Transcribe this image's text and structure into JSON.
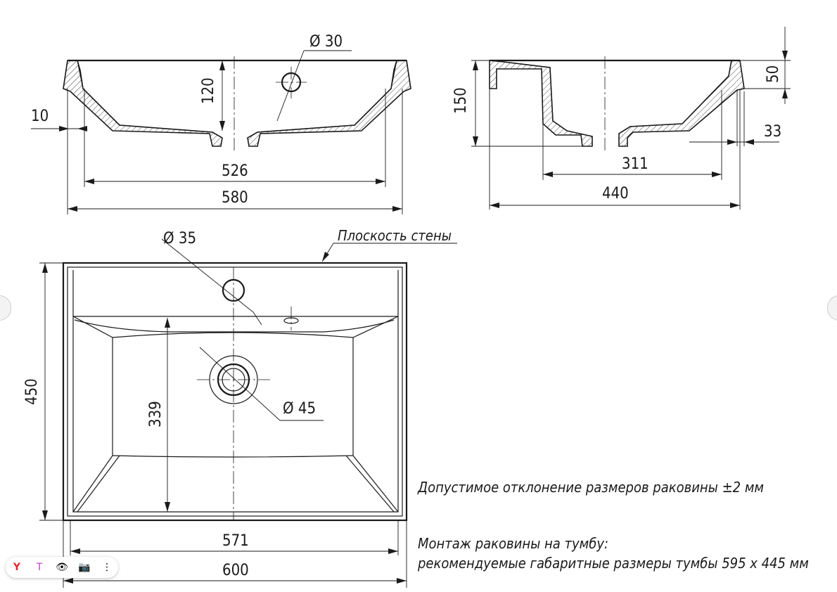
{
  "front_view": {
    "d_hole": "Ø 30",
    "height": "120",
    "rim": "10",
    "inner_width": "526",
    "outer_width": "580"
  },
  "side_view": {
    "height": "150",
    "top_depth": "50",
    "offset": "33",
    "inner_depth": "311",
    "outer_depth": "440"
  },
  "top_view": {
    "d_tap": "Ø 35",
    "wall_plane": "Плоскость стены",
    "depth": "450",
    "drain_distance": "339",
    "d_drain": "Ø 45",
    "inner_width": "571",
    "outer_width": "600"
  },
  "notes": {
    "tolerance": "Допустимое отклонение размеров раковины ±2 мм",
    "mounting_title": "Монтаж раковины на тумбу:",
    "mounting_text": "рекомендуемые габаритные размеры тумбы 595 х 445 мм"
  },
  "toolbar": {
    "icons": [
      "yandex-icon",
      "translate-icon",
      "eye-icon",
      "camera-icon",
      "more-icon"
    ],
    "yandex": "Y",
    "translate": "Т",
    "eye": "👁",
    "camera": "📷",
    "more": "⋮"
  }
}
